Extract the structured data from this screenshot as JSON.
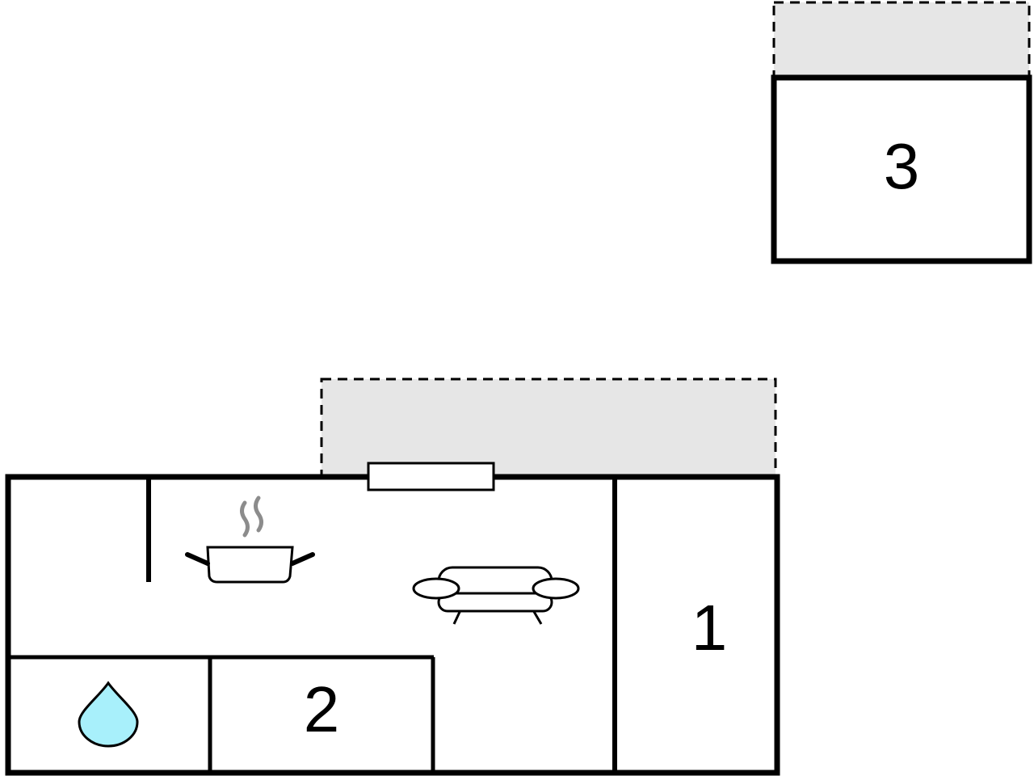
{
  "rooms": {
    "room_1": {
      "number": "1"
    },
    "room_2": {
      "number": "2"
    },
    "room_3": {
      "number": "3"
    }
  },
  "icons": {
    "bathroom": "water-drop-icon",
    "kitchen": "cooking-pot-icon",
    "living_room": "sofa-icon"
  },
  "colors": {
    "wall": "#000000",
    "terrace_fill": "#e6e6e6",
    "water_drop": "#a8f0fb",
    "steam": "#8c8c8c",
    "background": "#ffffff"
  }
}
